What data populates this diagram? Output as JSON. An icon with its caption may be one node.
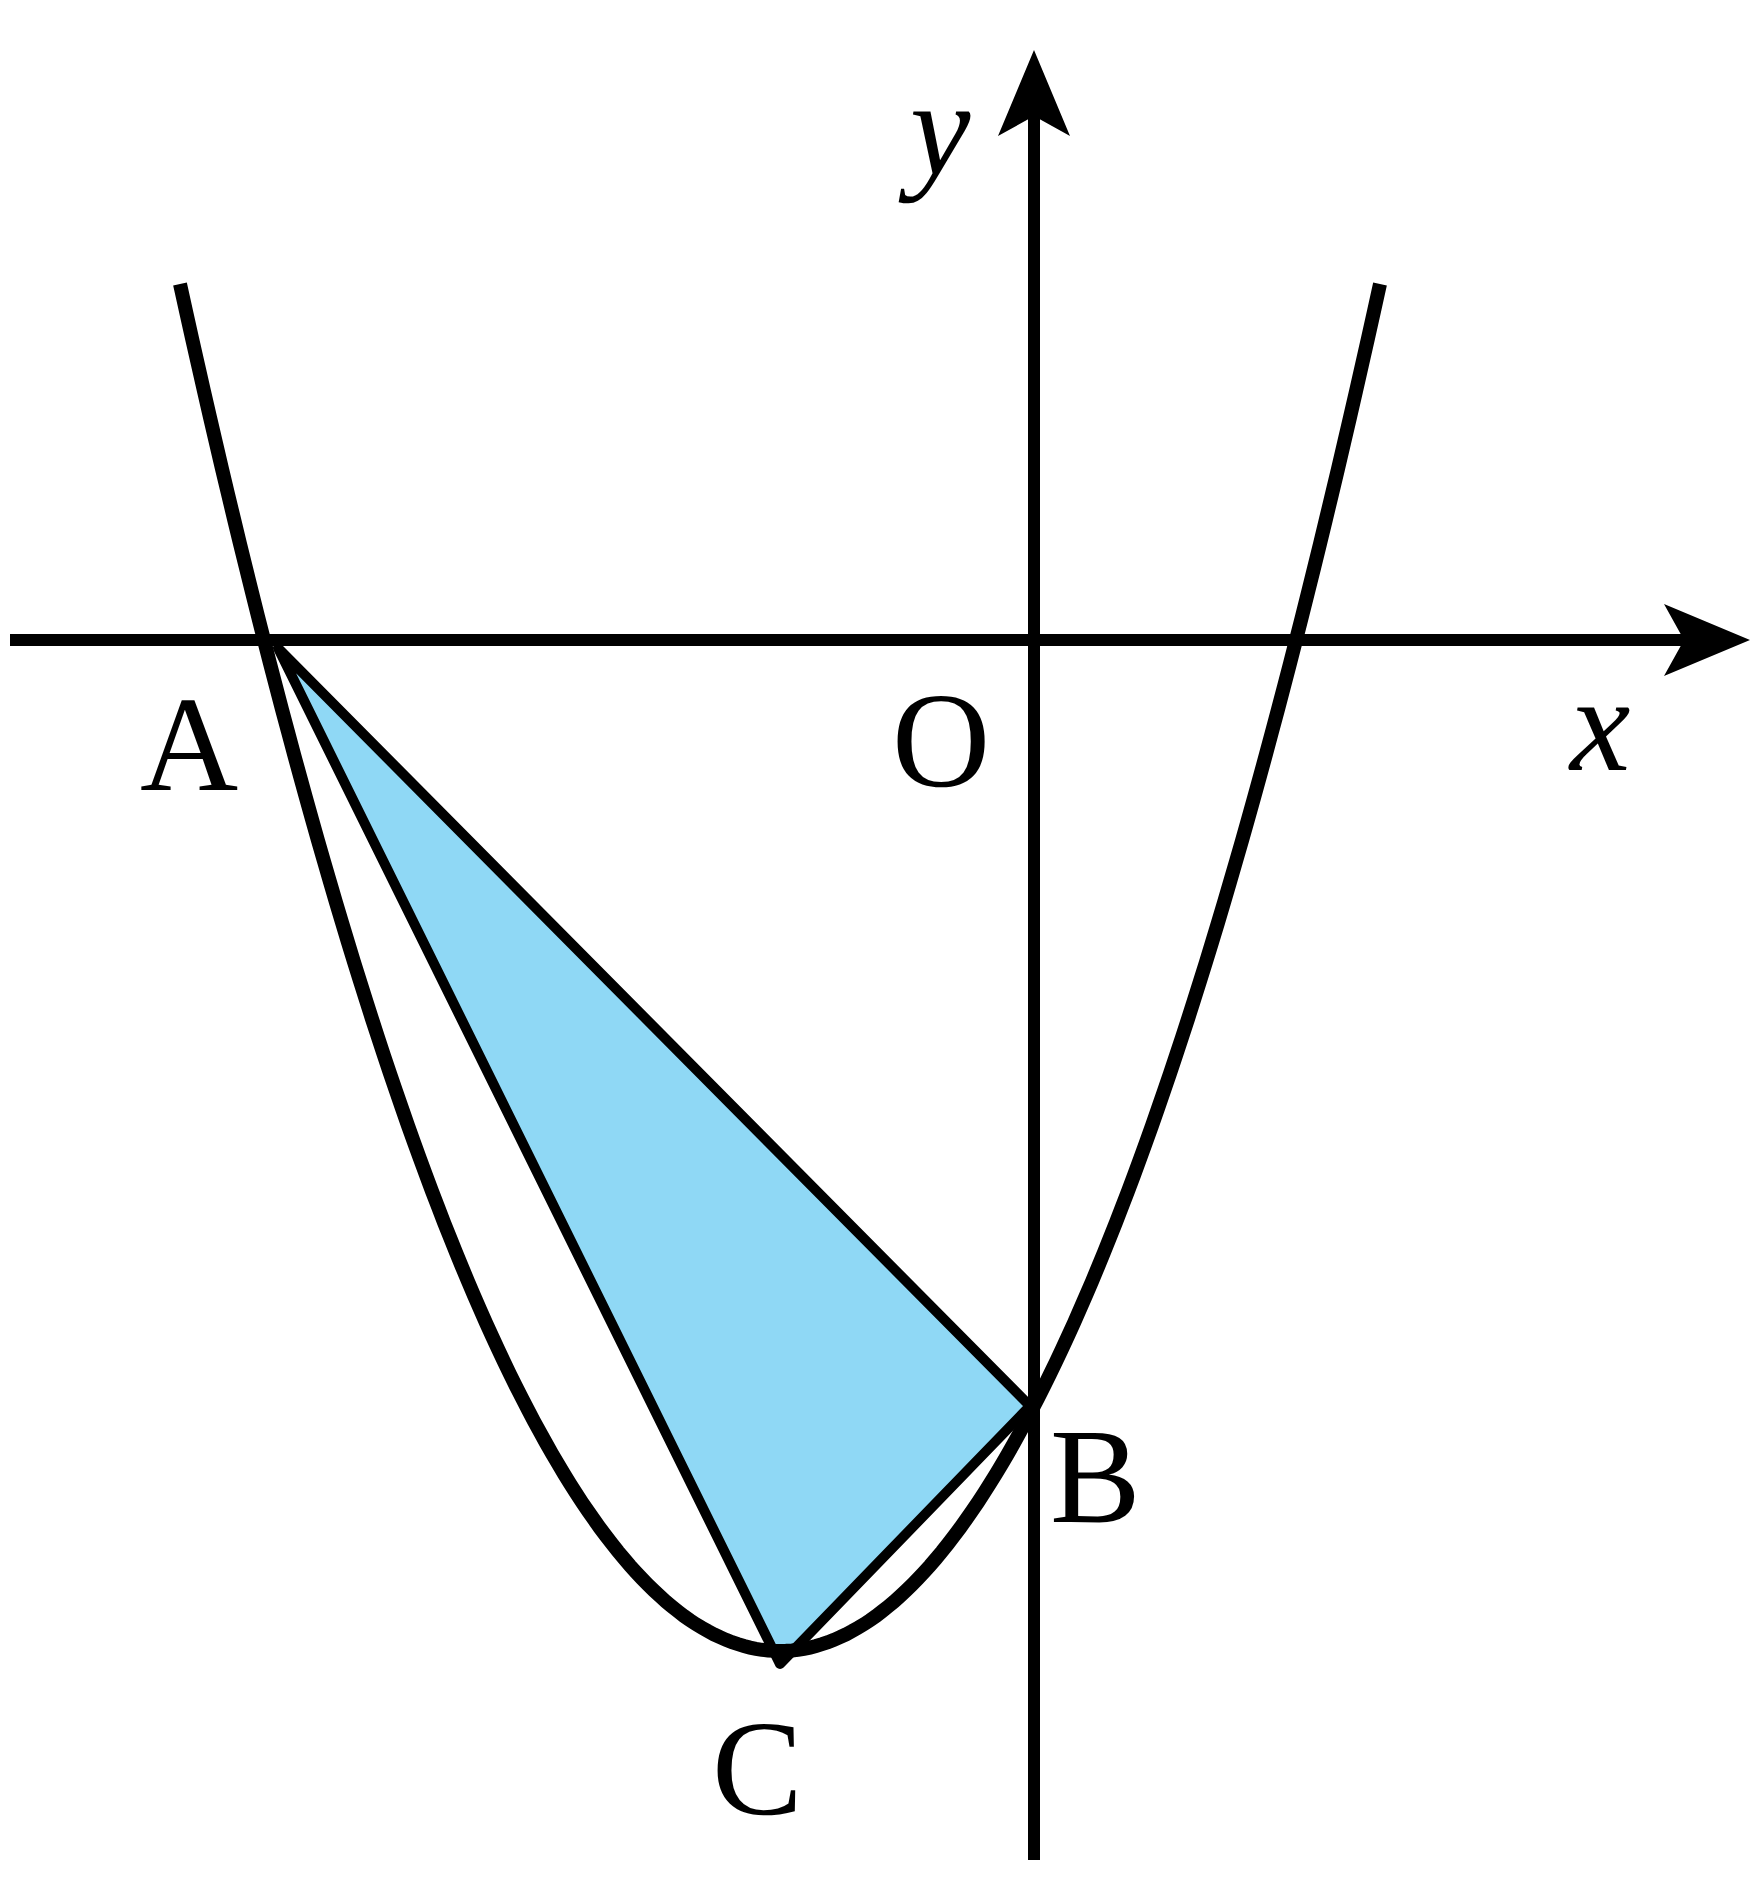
{
  "diagram": {
    "labels": [
      "y",
      "x",
      "A",
      "O",
      "B",
      "C"
    ]
  }
}
